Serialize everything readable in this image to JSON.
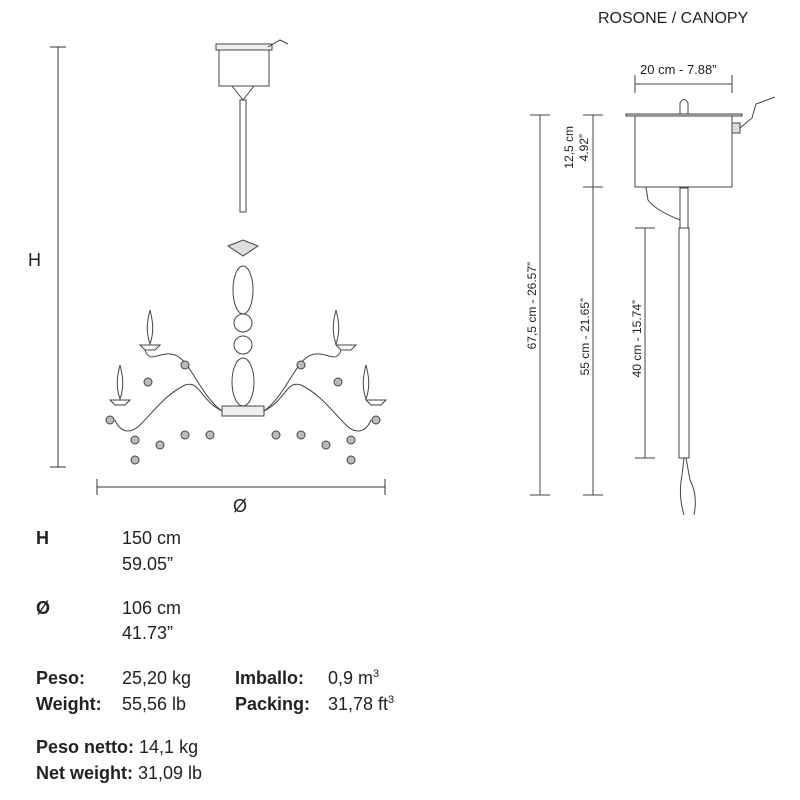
{
  "canopy": {
    "title": "ROSONE / CANOPY",
    "width": "20 cm - 7.88”",
    "height_cm": "12,5 cm",
    "height_in": "4.92”",
    "total": "67,5 cm - 26.57”",
    "drop": "55 cm - 21.65”",
    "rod": "40 cm - 15.74”"
  },
  "drawing": {
    "h_label": "H",
    "d_label": "Ø"
  },
  "specs": {
    "h": {
      "label": "H",
      "cm": "150 cm",
      "in": "59.05”"
    },
    "d": {
      "label": "Ø",
      "cm": "106 cm",
      "in": "41.73”"
    },
    "peso_label": "Peso:",
    "peso": "25,20 kg",
    "weight_label": "Weight:",
    "weight": "55,56 lb",
    "imballo_label": "Imballo:",
    "imballo": "0,9 m",
    "imballo_unit_sup": "3",
    "packing_label": "Packing:",
    "packing": "31,78 ft",
    "packing_unit_sup": "3",
    "net_peso_label": "Peso netto:",
    "net_peso": "14,1 kg",
    "net_weight_label": "Net weight:",
    "net_weight": "31,09 lb"
  }
}
